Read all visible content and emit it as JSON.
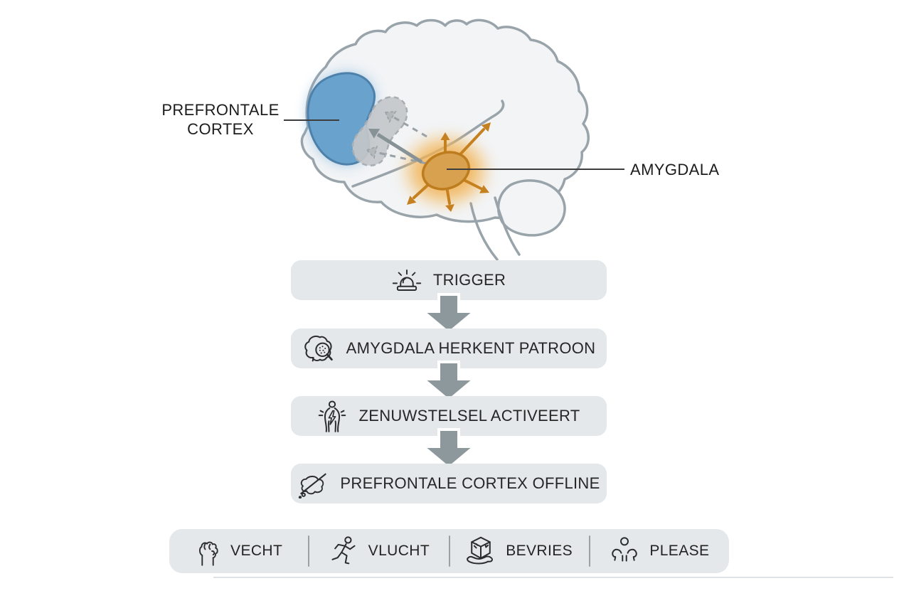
{
  "diagram": {
    "brain_labels": {
      "pfc": "PREFRONTALE\nCORTEX",
      "amygdala": "AMYGDALA"
    },
    "flow_steps": [
      {
        "icon": "siren-icon",
        "label": "TRIGGER"
      },
      {
        "icon": "brain-magnifier-icon",
        "label": "AMYGDALA HERKENT PATROON"
      },
      {
        "icon": "nervous-system-icon",
        "label": "ZENUWSTELSEL ACTIVEERT"
      },
      {
        "icon": "cloud-offline-icon",
        "label": "PREFRONTALE CORTEX OFFLINE"
      }
    ],
    "responses": [
      {
        "icon": "fist-icon",
        "label": "VECHT"
      },
      {
        "icon": "runner-icon",
        "label": "VLUCHT"
      },
      {
        "icon": "ice-cube-icon",
        "label": "BEVRIES"
      },
      {
        "icon": "shrug-icon",
        "label": "PLEASE"
      }
    ],
    "colors": {
      "pfc_fill": "#69a3cd",
      "pfc_stroke": "#4e81aa",
      "pfc_glow": "#7fb2da",
      "amygdala_fill": "#d7a14f",
      "amygdala_stroke": "#bd7c1e",
      "amygdala_glow": "#f0ad4e",
      "orange_arrow": "#c5801f",
      "gray_arrow": "#879297",
      "flow_box_bg": "#e4e8ea",
      "flow_arrow": "#8d989c",
      "brain_outline": "#99a3aa",
      "brain_fill": "#f2f4f6",
      "text": "#1c1c1c"
    }
  }
}
